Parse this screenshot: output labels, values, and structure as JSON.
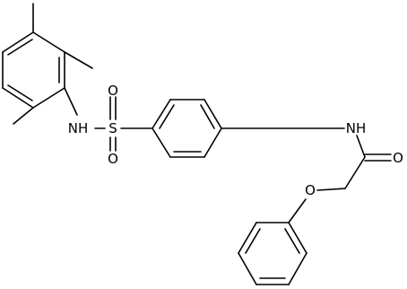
{
  "molecule": {
    "atoms": [
      {
        "id": "nh_sulfonamide",
        "label": "NH"
      },
      {
        "id": "s",
        "label": "S"
      },
      {
        "id": "o_top",
        "label": "O"
      },
      {
        "id": "o_bottom",
        "label": "O"
      },
      {
        "id": "nh_amide",
        "label": "NH"
      },
      {
        "id": "o_carbonyl",
        "label": "O"
      },
      {
        "id": "o_ether",
        "label": "O"
      }
    ],
    "bond_color": "#000000",
    "label_color": "#000000"
  }
}
